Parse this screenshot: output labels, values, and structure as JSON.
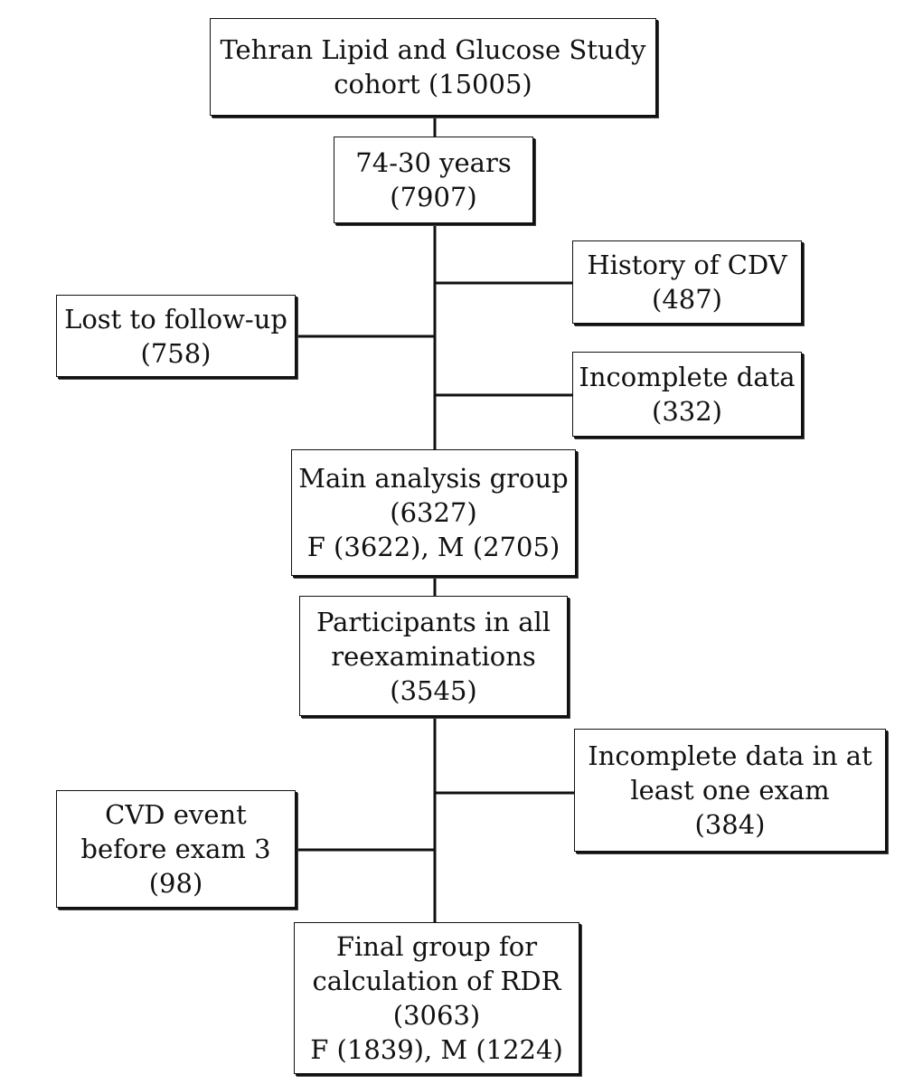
{
  "flowchart": {
    "cohort": {
      "line1": "Tehran Lipid and Glucose Study",
      "line2": "cohort (15005)"
    },
    "age_group": {
      "line1": "74-30 years",
      "line2": "(7907)"
    },
    "history_cdv": {
      "line1": "History of CDV",
      "line2": "(487)"
    },
    "lost_followup": {
      "line1": "Lost to follow-up",
      "line2": "(758)"
    },
    "incomplete_data": {
      "line1": "Incomplete data",
      "line2": "(332)"
    },
    "main_analysis": {
      "line1": "Main analysis group",
      "line2": "(6327)",
      "line3": "F (3622), M (2705)"
    },
    "participants_all": {
      "line1": "Participants in all",
      "line2": "reexaminations",
      "line3": "(3545)"
    },
    "incomplete_exam": {
      "line1": "Incomplete data in at",
      "line2": "least one exam",
      "line3": "(384)"
    },
    "cvd_event": {
      "line1": "CVD event",
      "line2": "before exam 3",
      "line3": "(98)"
    },
    "final_group": {
      "line1": "Final group for",
      "line2": "calculation of RDR",
      "line3": "(3063)",
      "line4": "F (1839), M (1224)"
    }
  }
}
